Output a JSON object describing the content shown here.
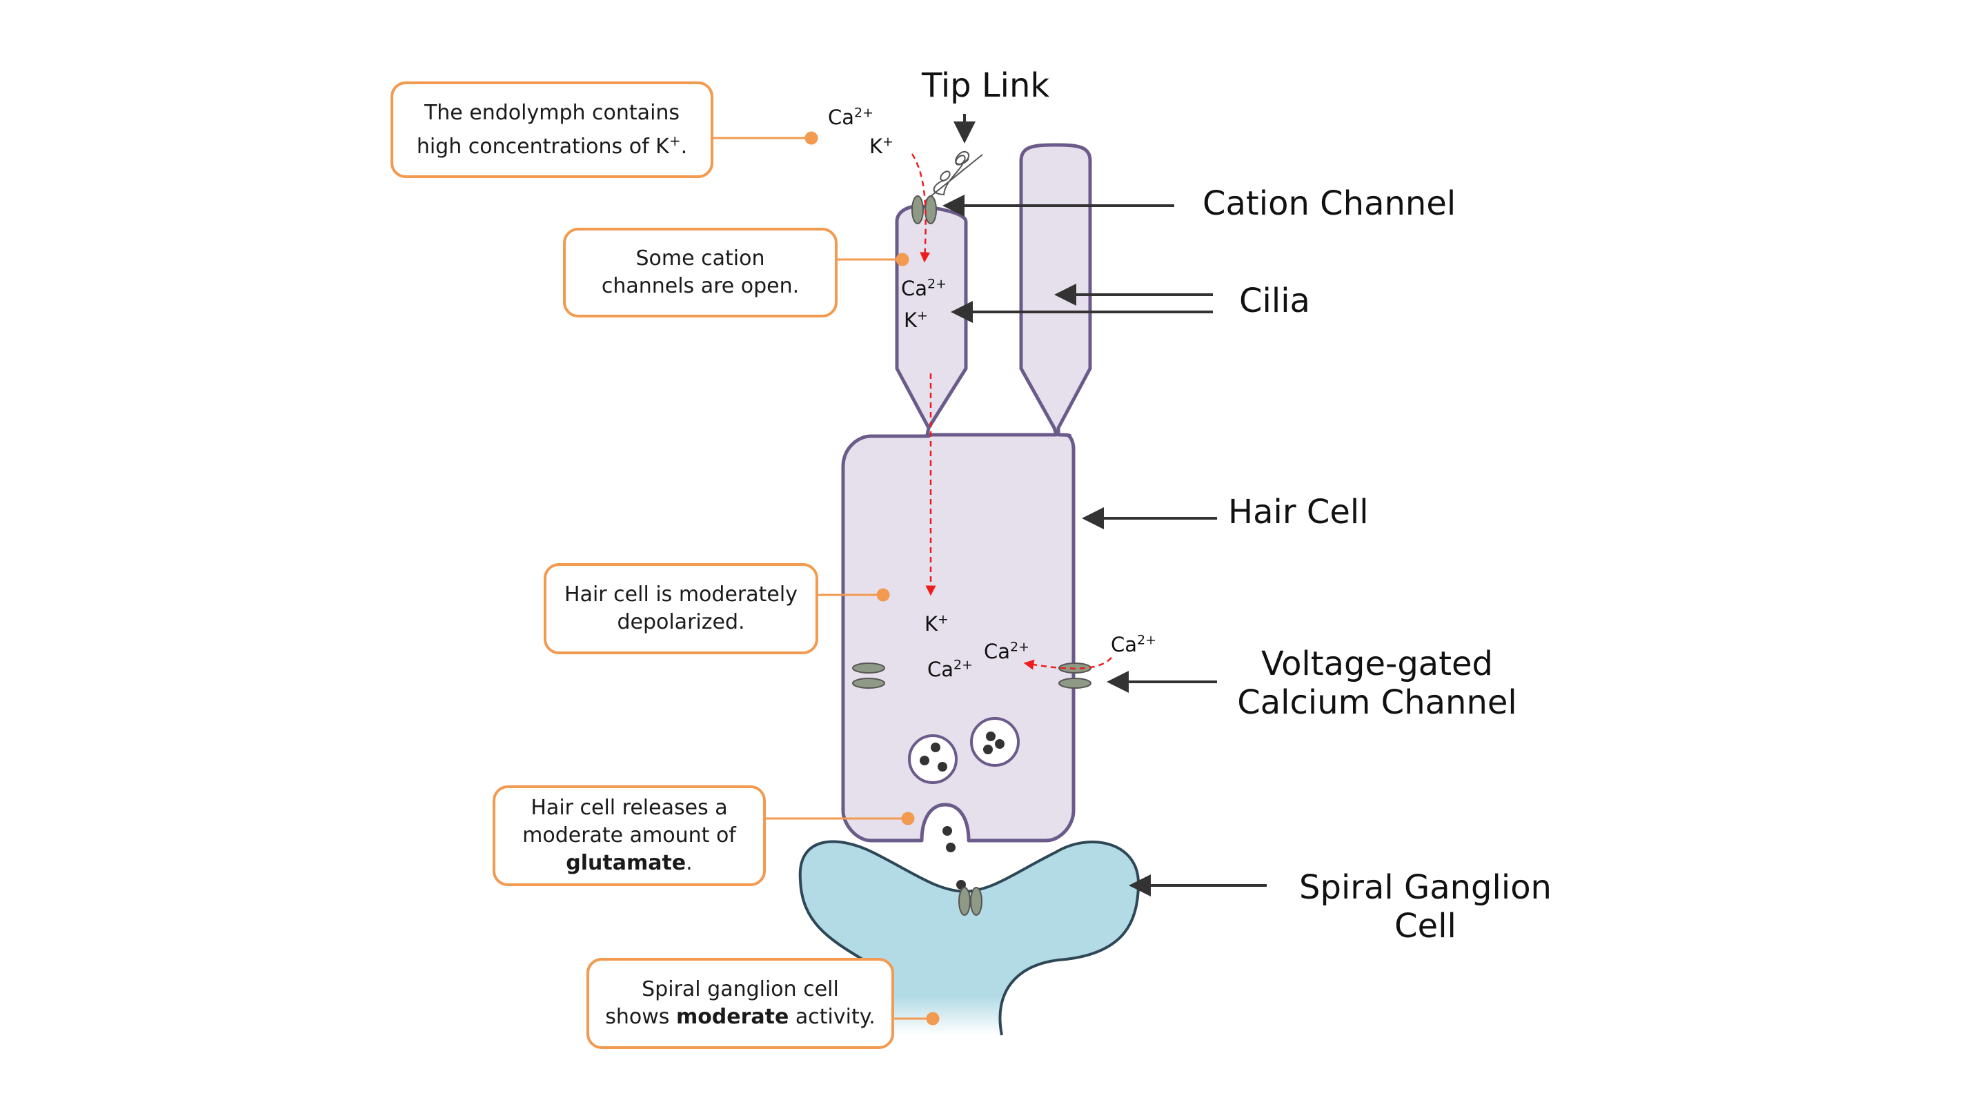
{
  "labels": {
    "tip_link": "Tip Link",
    "cation_channel": "Cation Channel",
    "cilia": "Cilia",
    "hair_cell": "Hair Cell",
    "vgcc_line1": "Voltage-gated",
    "vgcc_line2": "Calcium Channel",
    "spiral_line1": "Spiral Ganglion",
    "spiral_line2": "Cell"
  },
  "ions": {
    "ca": "Ca",
    "ca_charge": "2+",
    "k": "K",
    "k_charge": "+"
  },
  "callouts": {
    "endolymph": {
      "line1": "The endolymph contains",
      "line2": "high concentrations of K",
      "line2_sup": "+",
      "line2_end": "."
    },
    "cation_open": {
      "line1": "Some cation",
      "line2": "channels are open."
    },
    "depolarized": {
      "line1": "Hair cell is moderately",
      "line2": "depolarized."
    },
    "glutamate": {
      "line1": "Hair cell releases a",
      "line2": "moderate amount of",
      "line3_bold": "glutamate",
      "line3_end": "."
    },
    "ganglion_activity": {
      "line1": "Spiral ganglion cell",
      "line2_start": "shows ",
      "line2_bold": "moderate",
      "line2_end": " activity."
    }
  },
  "colors": {
    "hair_cell_fill": "#e6e0ed",
    "hair_cell_stroke": "#6b5b8a",
    "ganglion_fill": "#b3dbe5",
    "ganglion_stroke": "#2e4757",
    "channel_fill": "#8f9a86",
    "callout_border": "#f29a4f",
    "arrow_color": "#333333",
    "ion_flow": "#ee1c1c"
  }
}
